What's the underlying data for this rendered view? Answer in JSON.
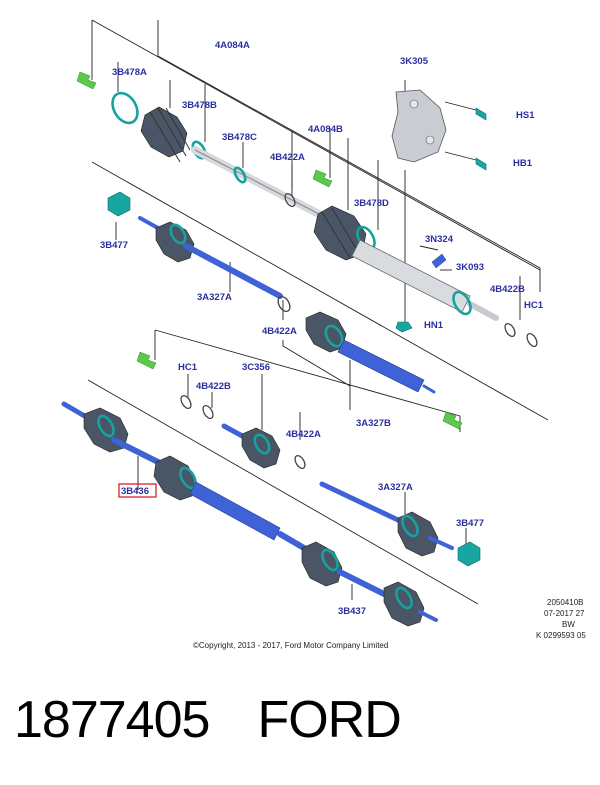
{
  "labels": {
    "a4A084A": "4A084A",
    "a3B478A": "3B478A",
    "a3B478B": "3B478B",
    "a3B478C": "3B478C",
    "a4A084B": "4A084B",
    "a4B422A_1": "4B422A",
    "a3B478D": "3B478D",
    "a3K305": "3K305",
    "aHS1": "HS1",
    "aHB1": "HB1",
    "a3B477_1": "3B477",
    "a3N324": "3N324",
    "a3K093": "3K093",
    "a4B422B_1": "4B422B",
    "aHC1_1": "HC1",
    "a3A327A_1": "3A327A",
    "a4B422A_2": "4B422A",
    "aHN1": "HN1",
    "aHC1_2": "HC1",
    "a3C356": "3C356",
    "a4B422B_2": "4B422B",
    "a4B422A_3": "4B422A",
    "a3A327B": "3A327B",
    "a3B436": "3B436",
    "a3A327A_2": "3A327A",
    "a3B477_2": "3B477",
    "a3B437": "3B437"
  },
  "reference": {
    "line1": "2050410B",
    "line2": "07-2017 27",
    "line3": "BW",
    "line4": "K 0299593 05"
  },
  "copyright": "©Copyright, 2013 - 2017, Ford Motor Company Limited",
  "caption": {
    "part_number": "1877405",
    "brand": "FORD"
  },
  "colors": {
    "label": "#2b2f9e",
    "shaft": "#3f63d6",
    "seal": "#16a3a0",
    "arrow": "#5cc84e",
    "highlight": "#d9202a"
  }
}
